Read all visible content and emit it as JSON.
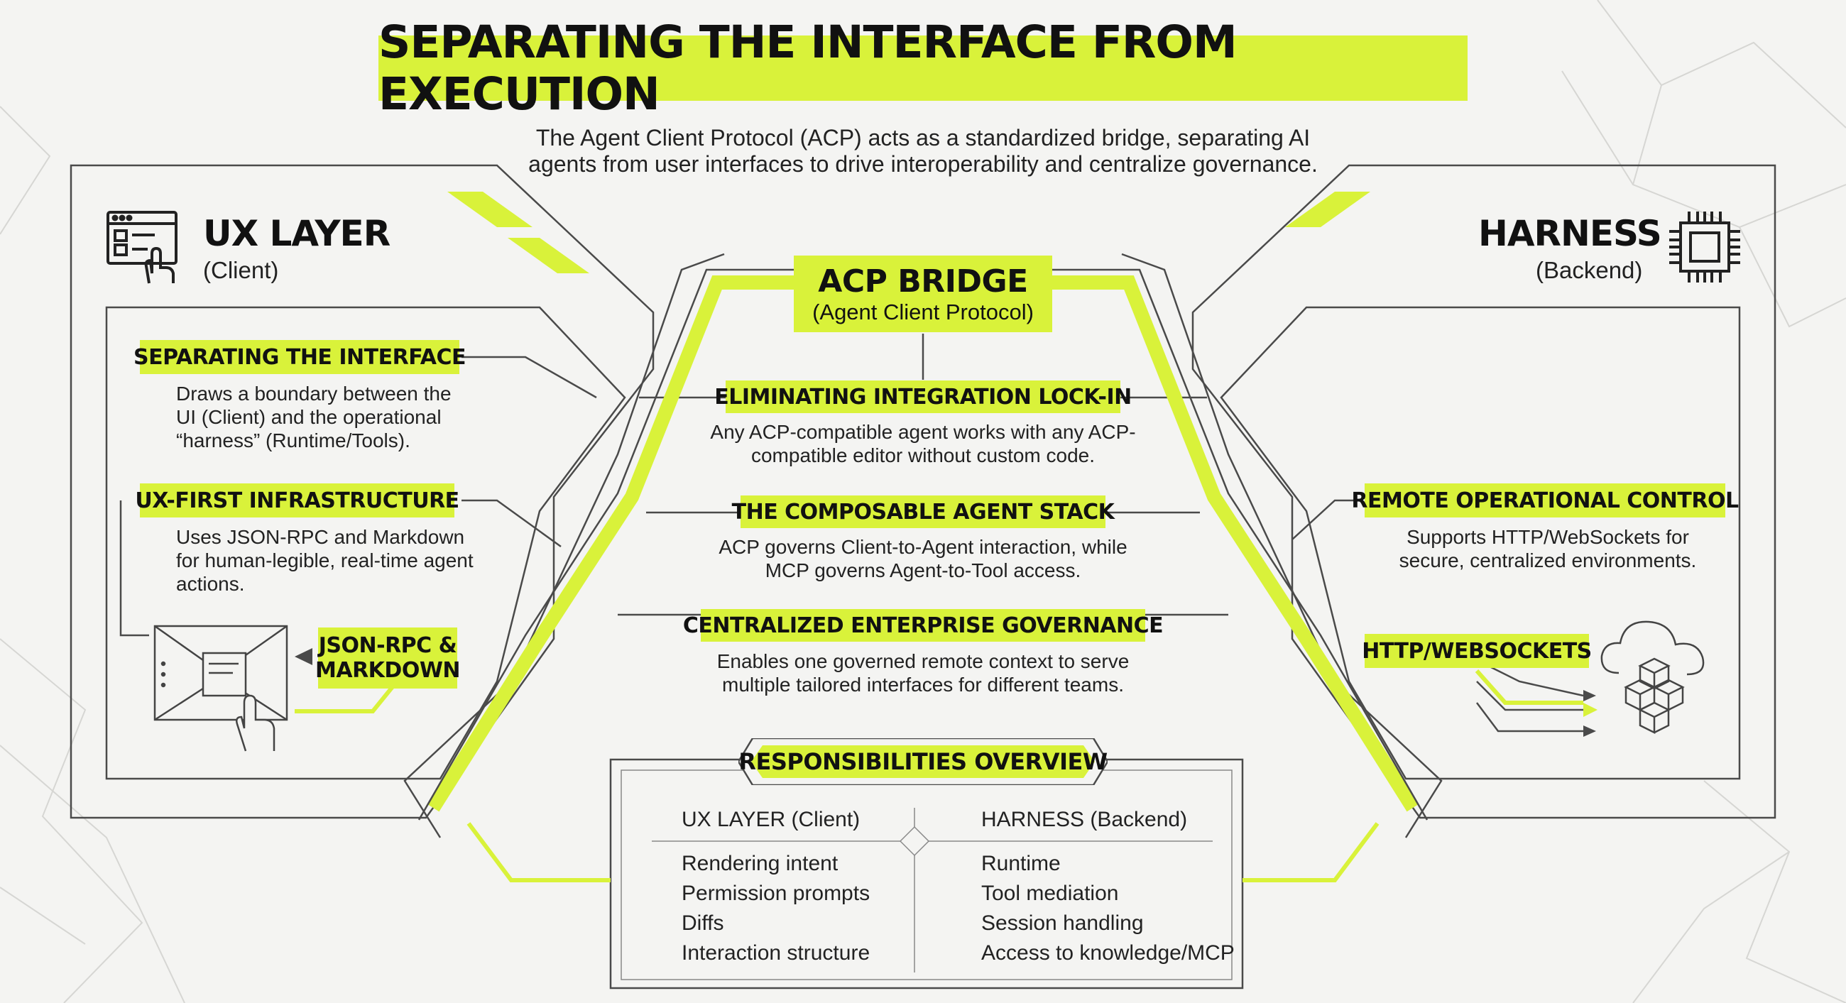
{
  "title": "SEPARATING THE INTERFACE FROM EXECUTION",
  "intro": "The Agent Client Protocol (ACP) acts as a standardized bridge, separating AI agents from user interfaces to drive interoperability and centralize governance.",
  "ux_layer": {
    "heading": "UX LAYER",
    "subheading": "(Client)",
    "icon": "browser-click-icon",
    "items": [
      {
        "title": "SEPARATING THE INTERFACE",
        "text": "Draws a boundary between the UI (Client) and the operational “harness” (Runtime/Tools)."
      },
      {
        "title": "UX-FIRST INFRASTRUCTURE",
        "text": "Uses JSON-RPC and Markdown for human-legible, real-time agent actions."
      }
    ],
    "json_label": "JSON-RPC & MARKDOWN"
  },
  "harness": {
    "heading": "HARNESS",
    "subheading": "(Backend)",
    "icon": "chip-icon",
    "items": [
      {
        "title": "REMOTE OPERATIONAL CONTROL",
        "text": "Supports HTTP/WebSockets for secure, centralized environments."
      }
    ],
    "http_label": "HTTP/WEBSOCKETS"
  },
  "bridge": {
    "title": "ACP BRIDGE",
    "subtitle": "(Agent Client Protocol)",
    "items": [
      {
        "title": "ELIMINATING INTEGRATION LOCK-IN",
        "text": "Any ACP-compatible agent works with any ACP-compatible editor without custom code."
      },
      {
        "title": "THE COMPOSABLE AGENT STACK",
        "text": "ACP governs Client-to-Agent interaction, while MCP governs Agent-to-Tool access."
      },
      {
        "title": "CENTRALIZED ENTERPRISE GOVERNANCE",
        "text": "Enables one governed remote context to serve multiple tailored interfaces for different teams."
      }
    ]
  },
  "responsibilities": {
    "title": "RESPONSIBILITIES OVERVIEW",
    "left_header": "UX LAYER (Client)",
    "right_header": "HARNESS (Backend)",
    "left_items": [
      "Rendering intent",
      "Permission prompts",
      "Diffs",
      "Interaction structure"
    ],
    "right_items": [
      "Runtime",
      "Tool mediation",
      "Session handling",
      "Access to knowledge/MCP"
    ]
  },
  "colors": {
    "accent": "#d9f23a",
    "line": "#555555",
    "background": "#f4f4f2"
  }
}
